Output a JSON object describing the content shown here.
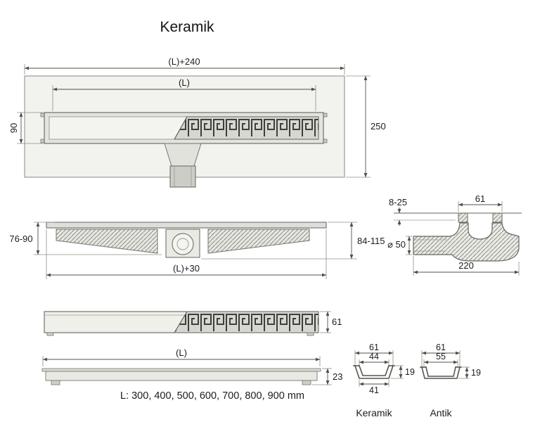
{
  "title": "Keramik",
  "top_view": {
    "dim_overall_length": "(L)+240",
    "dim_channel_length": "(L)",
    "dim_channel_width": "90",
    "dim_overall_width": "250"
  },
  "side_view": {
    "dim_height_left": "76-90",
    "dim_height_right": "84-115",
    "dim_length": "(L)+30"
  },
  "trap_section": {
    "dim_tile_range": "8-25",
    "dim_flange_width": "61",
    "dim_pipe_diameter": "⌀ 50",
    "dim_depth": "220"
  },
  "grate_view": {
    "dim_height": "61"
  },
  "channel_body_view": {
    "dim_length": "(L)",
    "dim_height": "23"
  },
  "length_note": "L: 300, 400, 500, 600, 700, 800, 900 mm",
  "profiles": {
    "keramik": {
      "name": "Keramik",
      "dim_width": "61",
      "dim_inner_width": "44",
      "dim_height": "19",
      "dim_bottom_width": "41"
    },
    "antik": {
      "name": "Antik",
      "dim_width": "61",
      "dim_inner_width": "55",
      "dim_height": "19"
    }
  },
  "colors": {
    "line": "#60605a",
    "dimension": "#50504b",
    "fill_light": "#f2f2ee",
    "pattern_dark": "#3f3f3c"
  }
}
